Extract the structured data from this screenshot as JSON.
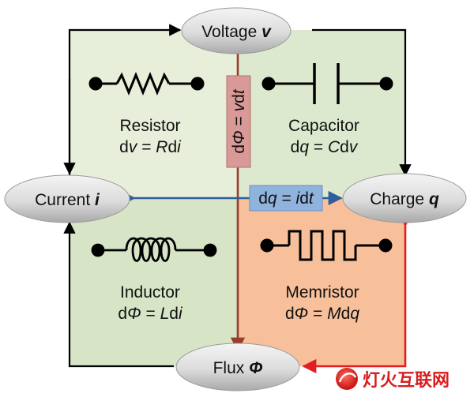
{
  "nodes": {
    "voltage": {
      "label": "Voltage",
      "symbol": "v"
    },
    "current": {
      "label": "Current",
      "symbol": "i"
    },
    "charge": {
      "label": "Charge",
      "symbol": "q"
    },
    "flux": {
      "label": "Flux",
      "symbol": "Φ"
    }
  },
  "elements": {
    "resistor": {
      "name": "Resistor",
      "eq_lhs": "d",
      "eq_lhs_var": "v",
      "eq_mid": " = ",
      "eq_coef": "R",
      "eq_d": "d",
      "eq_rhs_var": "i"
    },
    "capacitor": {
      "name": "Capacitor",
      "eq_lhs": "d",
      "eq_lhs_var": "q",
      "eq_mid": " = ",
      "eq_coef": "C",
      "eq_d": "d",
      "eq_rhs_var": "v"
    },
    "inductor": {
      "name": "Inductor",
      "eq_lhs": "d",
      "eq_lhs_var": "Φ",
      "eq_mid": " = ",
      "eq_coef": "L",
      "eq_d": "d",
      "eq_rhs_var": "i"
    },
    "memristor": {
      "name": "Memristor",
      "eq_lhs": "d",
      "eq_lhs_var": "Φ",
      "eq_mid": " = ",
      "eq_coef": "M",
      "eq_d": "d",
      "eq_rhs_var": "q"
    }
  },
  "relations": {
    "flux_voltage": {
      "d": "d",
      "var": "Φ",
      "eq": " = ",
      "v": "v",
      "d2": "d",
      "t": "t"
    },
    "charge_current": {
      "d": "d",
      "var": "q",
      "eq": " = ",
      "i": "i",
      "d2": "d",
      "t": "t"
    }
  },
  "watermark": {
    "text": "灯火互联网"
  },
  "colors": {
    "resistor_bg": "#e7eed9",
    "capacitor_bg": "#dde9cf",
    "inductor_bg": "#d7e5c6",
    "memristor_bg": "#f7c09a",
    "flux_voltage_box": "#d99a97",
    "charge_current_box": "#8fb3dc",
    "blue_arrow": "#2e5f9c",
    "red_arrow": "#e02020",
    "brown_arrow": "#9b3b2d"
  }
}
